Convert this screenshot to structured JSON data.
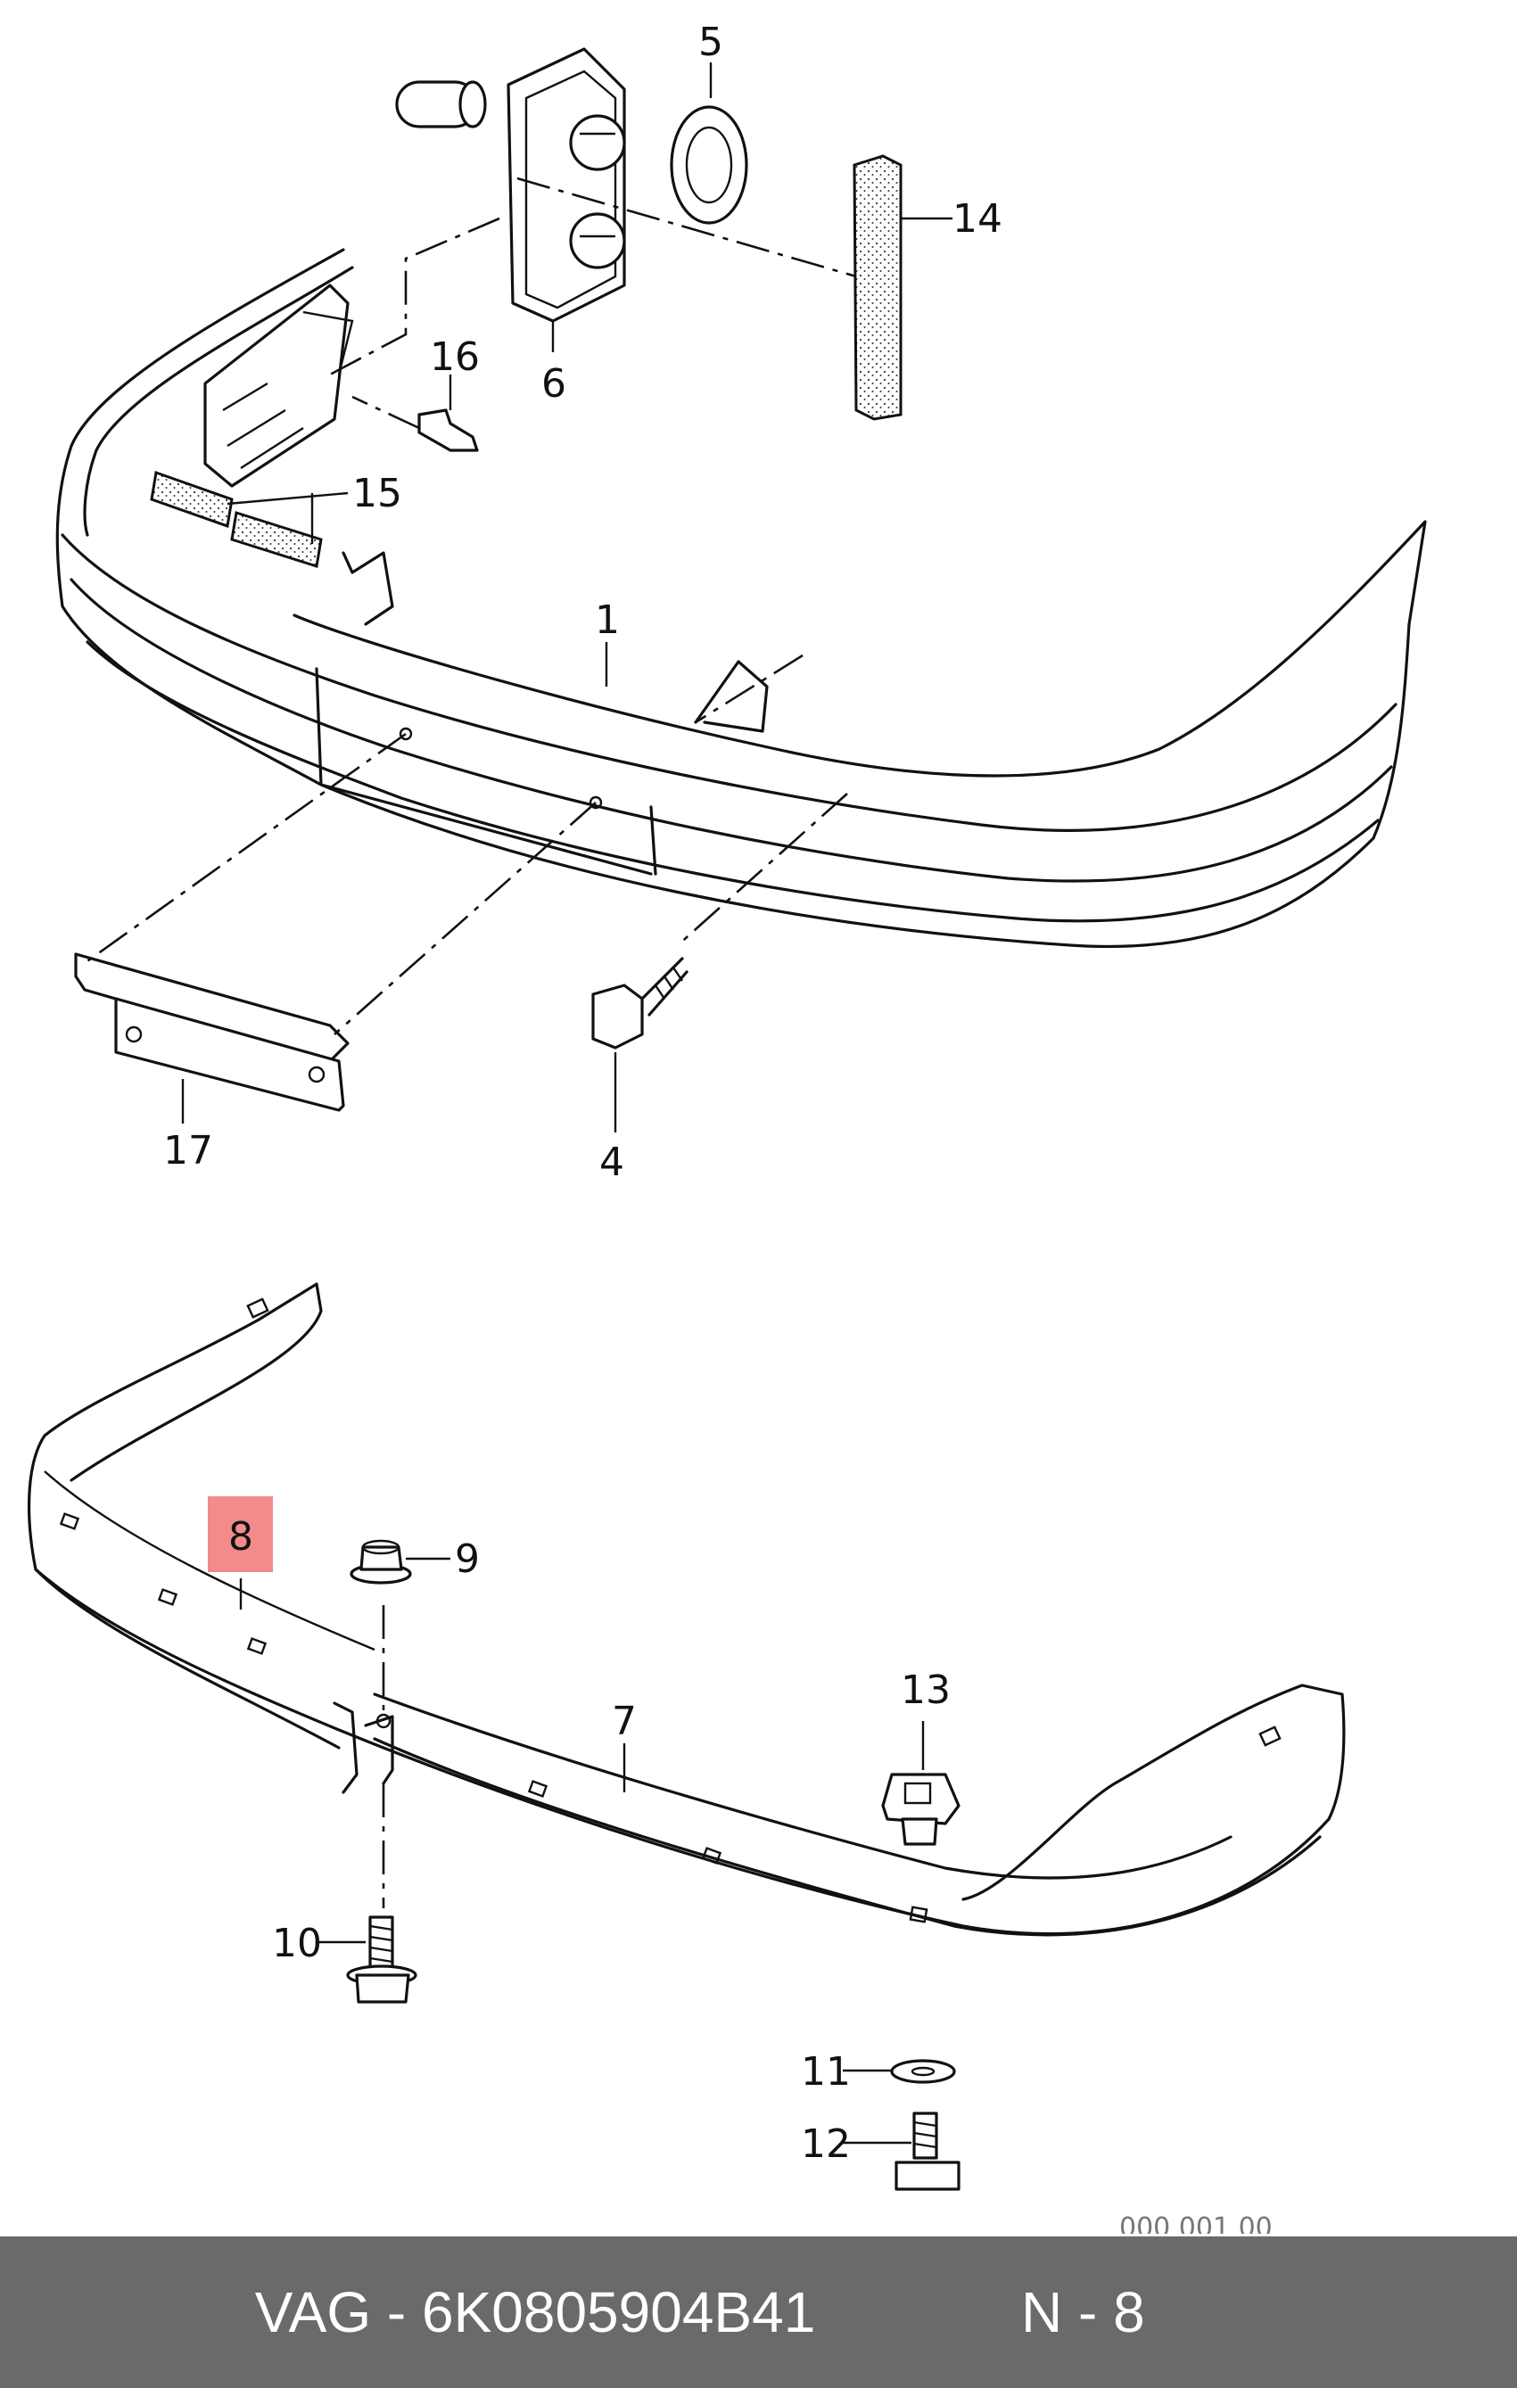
{
  "diagram": {
    "callouts": {
      "c1": "1",
      "c4": "4",
      "c5": "5",
      "c6": "6",
      "c7": "7",
      "c8": "8",
      "c9": "9",
      "c10": "10",
      "c11": "11",
      "c12": "12",
      "c13": "13",
      "c14": "14",
      "c15": "15",
      "c16": "16",
      "c17": "17"
    },
    "highlight_color": "#f28b8b",
    "footnote": "000 001 00"
  },
  "footer": {
    "part_text": "VAG - 6K0805904B41",
    "position_text": "N - 8"
  }
}
